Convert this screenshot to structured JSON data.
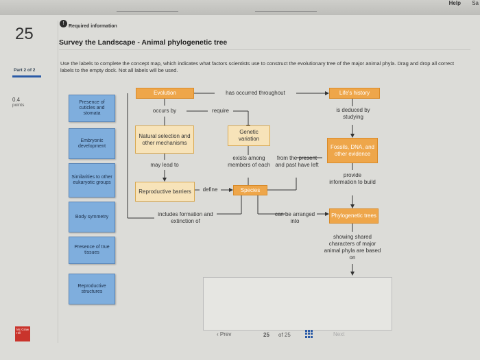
{
  "topbar": {
    "help": "Help",
    "extra": "Sa"
  },
  "question": {
    "number": "25",
    "part": "Part 2 of 2",
    "points_value": "0.4",
    "points_label": "points"
  },
  "header": {
    "req_icon": "!",
    "required_label": "Required information",
    "title": "Survey the Landscape - Animal phylogenetic tree",
    "instructions": "Use the labels to complete the concept map, which indicates what factors scientists use to construct the evolutionary tree of the major animal phyla. Drag and drop all correct labels to the empty dock. Not all labels will be used."
  },
  "labels": [
    "Presence of cuticles and stomata",
    "Embryonic development",
    "Similarities to other eukaryotic groups",
    "Body symmetry",
    "Presence of true tissues",
    "Reproductive structures"
  ],
  "concept_map": {
    "evolution": "Evolution",
    "has_occurred": "has occurred throughout",
    "lifes_history": "Life's history",
    "occurs_by": "occurs by",
    "require": "require",
    "is_deduced": "is deduced by studying",
    "natural_selection": "Natural selection and other mechanisms",
    "genetic_variation": "Genetic variation",
    "fossils": "Fossils, DNA, and other evidence",
    "exists_among": "exists among members of each",
    "from_the": "from the present and past have left",
    "may_lead": "may lead to",
    "provide_info": "provide information to build",
    "repro_barriers": "Reproductive barriers",
    "define": "define",
    "species": "Species",
    "includes": "includes formation and extinction of",
    "can_be": "can be arranged into",
    "phylo_trees": "Phylogenetic trees",
    "showing": "showing shared characters of major animal phyla are based on"
  },
  "footer": {
    "logo": "Mc Graw Hill",
    "prev": "‹ Prev",
    "page_current": "25",
    "page_of": "of 25",
    "next": "Next"
  },
  "colors": {
    "tile": "#7faedd",
    "concept_box": "#f7e3b9",
    "accent_box": "#eea64a",
    "nav_blue": "#2a5aa6"
  },
  "icons": [
    "info-icon",
    "grid-icon",
    "chevron-left-icon"
  ]
}
